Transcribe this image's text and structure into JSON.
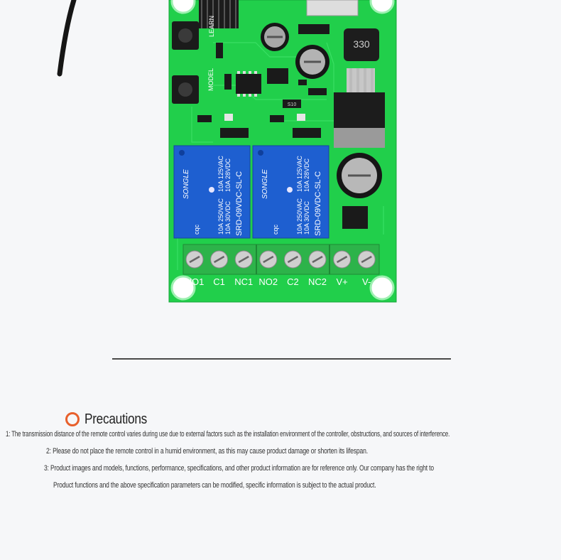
{
  "board": {
    "button_labels": [
      "LEARN",
      "MODEL"
    ],
    "inductor_mark": "330",
    "chip_mark": "S10",
    "relays": [
      {
        "brand": "SONGLE",
        "rating_lines": [
          "10A 250VAC",
          "10A 30VDC"
        ],
        "rating_lines_b": [
          "10A 125VAC",
          "10A 28VDC"
        ],
        "model": "SRD-09VDC-SL-C",
        "cert": "cqc"
      },
      {
        "brand": "SONGLE",
        "rating_lines": [
          "10A 250VAC",
          "10A 30VDC"
        ],
        "rating_lines_b": [
          "10A 125VAC",
          "10A 28VDC"
        ],
        "model": "SRD-09VDC-SL-C",
        "cert": "cqc"
      }
    ],
    "terminal_labels": [
      "NO1",
      "C1",
      "NC1",
      "NO2",
      "C2",
      "NC2",
      "V+",
      "V-"
    ]
  },
  "precautions": {
    "title": "Precautions",
    "lines": [
      "1: The transmission distance of the remote control varies during use due to external factors such as the installation environment of the controller, obstructions, and sources of interference.",
      "2: Please do not place the remote control in a humid environment, as this may cause product damage or shorten its lifespan.",
      "3: Product images and models, functions, performance, specifications, and other product information are for reference only. Our company has the right to",
      "Product functions and the above specification parameters can be modified, specific information is subject to the actual product."
    ]
  },
  "colors": {
    "pcb": "#1fd04a",
    "relay": "#1f5fcf",
    "terminal": "#2db34a",
    "accent": "#e8602c"
  }
}
